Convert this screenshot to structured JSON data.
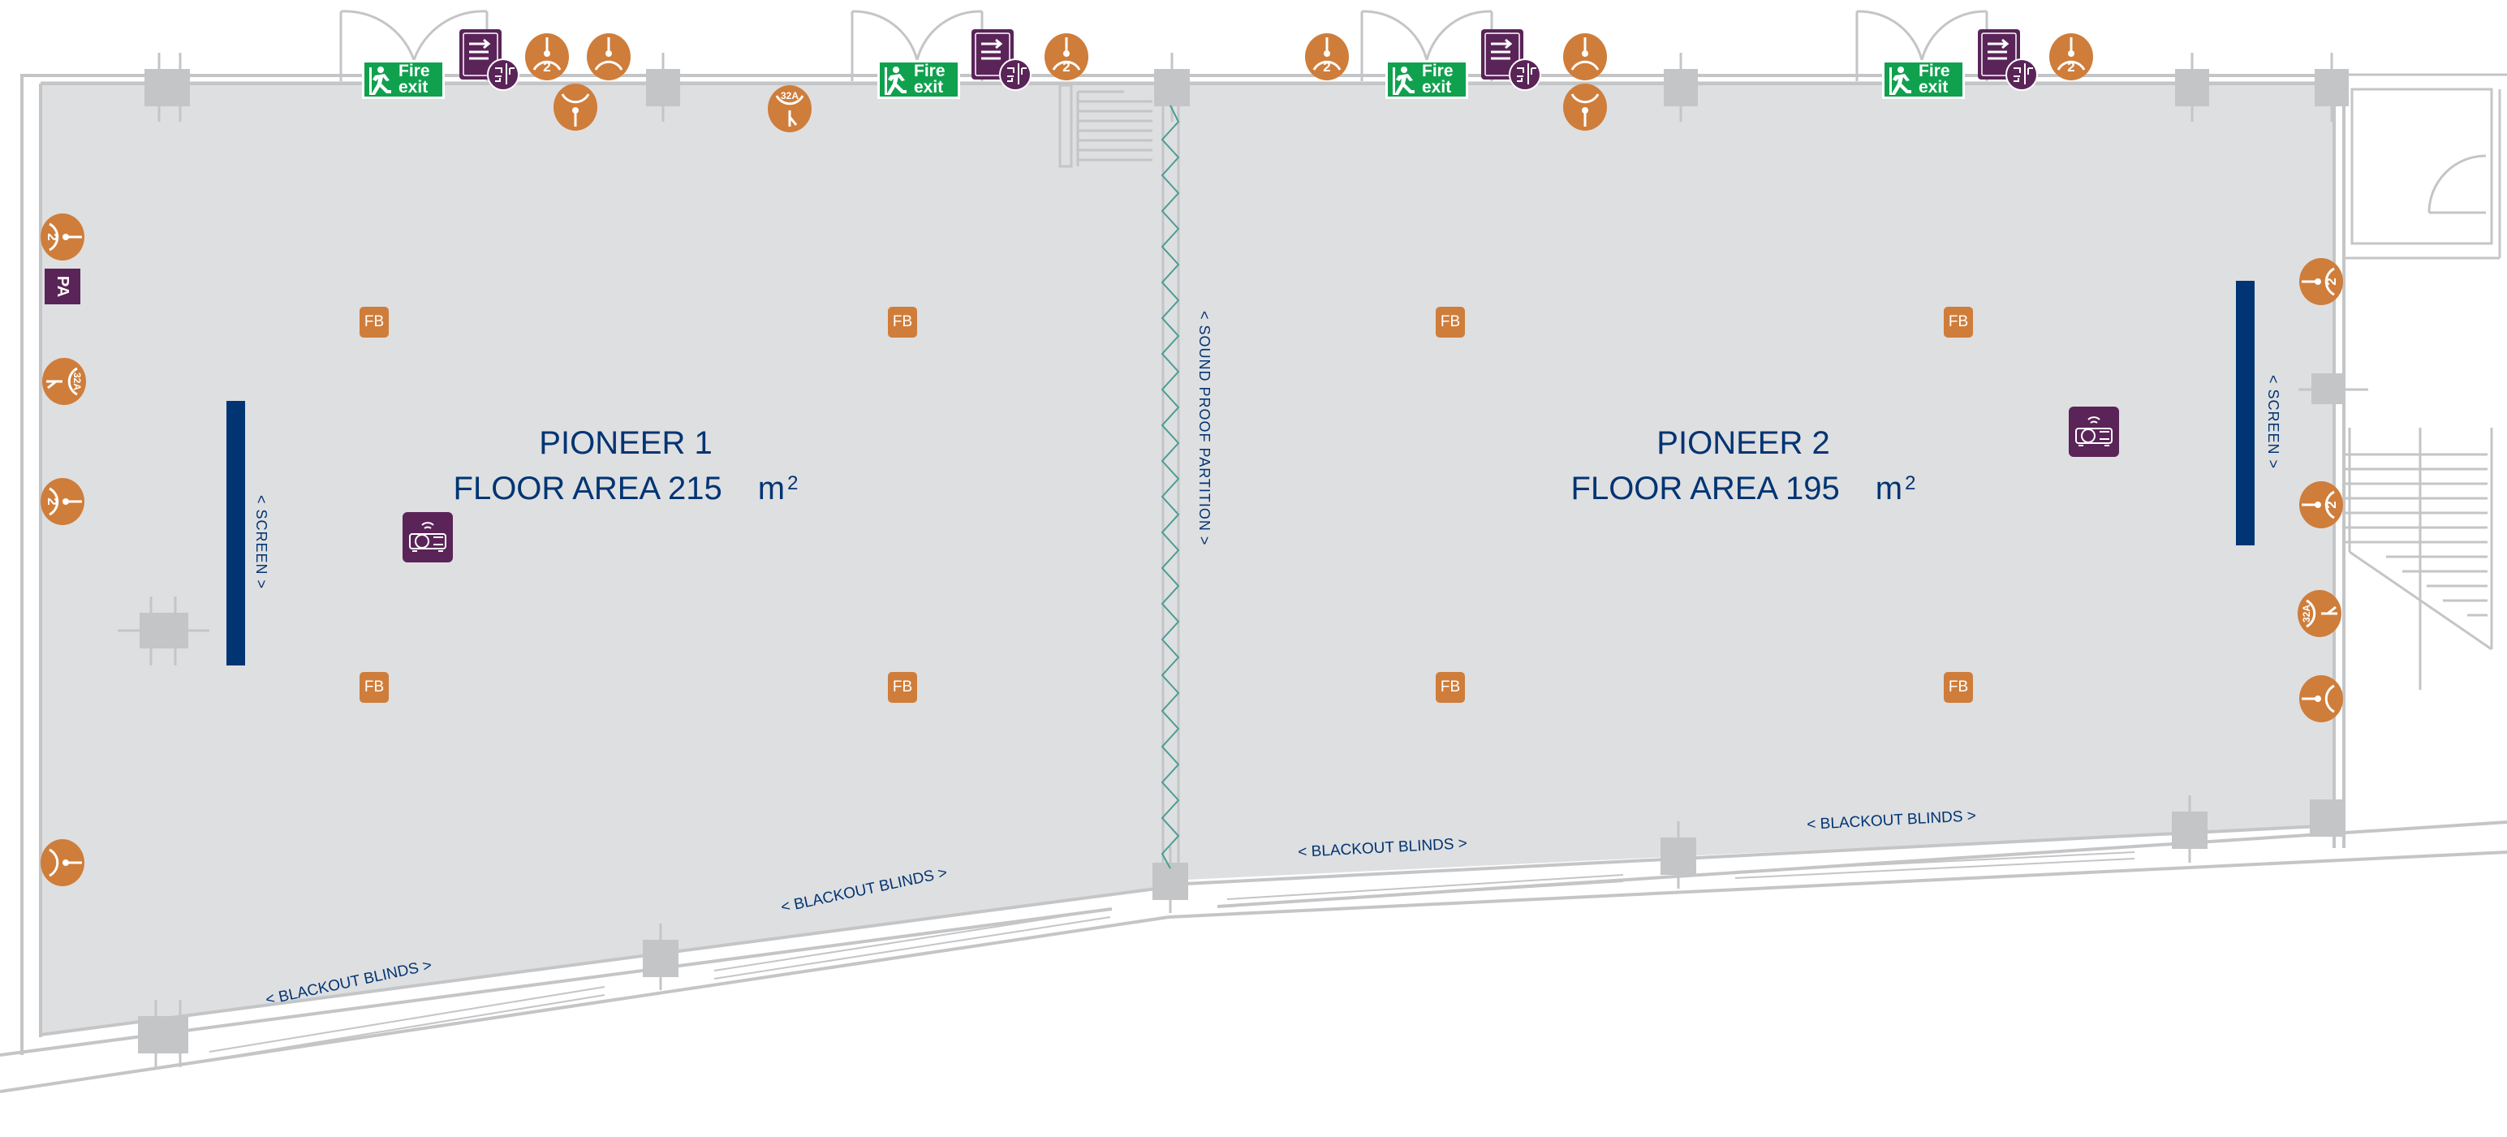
{
  "colors": {
    "floor": "#dedfe1",
    "wall": "#c4c5c7",
    "text_blue": "#003473",
    "socket_orange": "#cf7d3a",
    "tech_purple": "#5a2458",
    "exit_green": "#10a14f",
    "partition_teal": "#4a9e94"
  },
  "rooms": [
    {
      "name": "PIONEER 1",
      "area_label": "FLOOR AREA 215",
      "area_unit": "m",
      "area_exp": "2"
    },
    {
      "name": "PIONEER 2",
      "area_label": "FLOOR AREA 195",
      "area_unit": "m",
      "area_exp": "2"
    }
  ],
  "labels": {
    "partition": "< SOUND PROOF PARTITION >",
    "screen": "< SCREEN >",
    "blinds": "< BLACKOUT BLINDS >",
    "floor_box": "FB",
    "pa": "PA",
    "fire_exit_line1": "Fire",
    "fire_exit_line2": "exit",
    "socket_double": "2",
    "socket_32a": "32A"
  },
  "legend_icons": {
    "fire_exit": "fire-exit-sign-icon",
    "data_point": "data-network-icon",
    "projector": "wireless-projector-icon",
    "socket_double": "double-power-socket-icon",
    "socket_single": "single-power-socket-icon",
    "socket_32a": "32a-power-socket-icon",
    "floor_box": "floor-box-icon",
    "pa": "pa-system-icon"
  },
  "counts": {
    "fire_exits": 4,
    "floor_boxes": 8,
    "projectors": 2,
    "screens": 2
  }
}
